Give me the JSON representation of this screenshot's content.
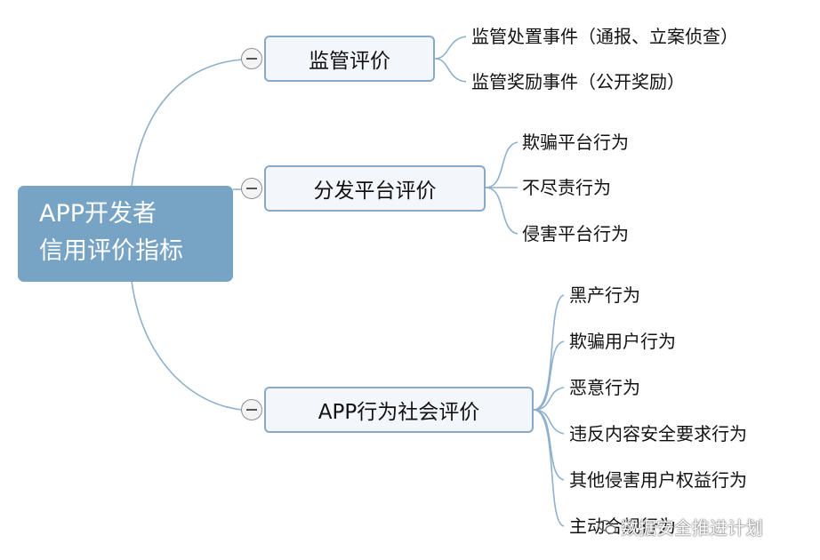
{
  "root": {
    "line1": "APP开发者",
    "line2": "信用评价指标"
  },
  "branches": [
    {
      "label": "监管评价",
      "leaves": [
        "监管处置事件（通报、立案侦查）",
        "监管奖励事件（公开奖励）"
      ]
    },
    {
      "label": "分发平台评价",
      "leaves": [
        "欺骗平台行为",
        "不尽责行为",
        "侵害平台行为"
      ]
    },
    {
      "label": "APP行为社会评价",
      "leaves": [
        "黑产行为",
        "欺骗用户行为",
        "恶意行为",
        "违反内容安全要求行为",
        "其他侵害用户权益行为",
        "主动合规行为"
      ]
    }
  ],
  "watermark": {
    "text": "数据安全推进计划",
    "icon": "wechat-icon"
  },
  "colors": {
    "root_fill": "#77a3c4",
    "branch_fill": "#f3f7fb",
    "branch_border": "#88aac8",
    "connector": "#8fb0cc"
  }
}
